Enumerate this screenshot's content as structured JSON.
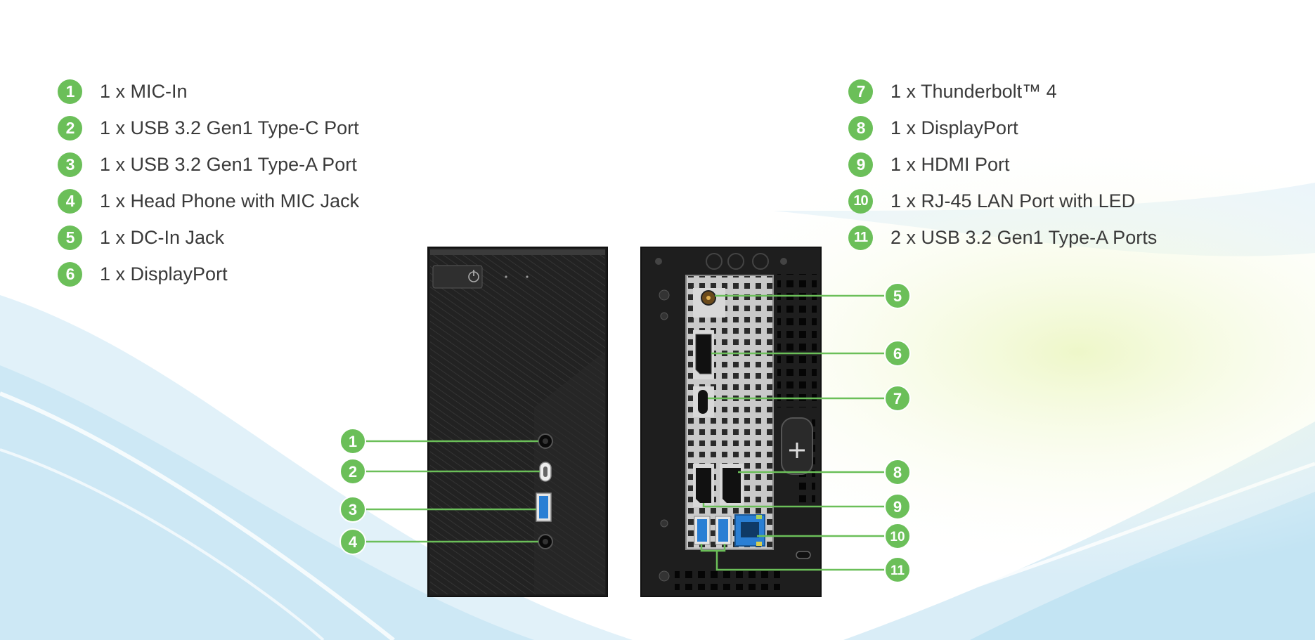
{
  "left_specs": [
    {
      "num": "1",
      "text": "1 x MIC-In"
    },
    {
      "num": "2",
      "text": "1 x USB 3.2 Gen1 Type-C Port"
    },
    {
      "num": "3",
      "text": "1 x USB 3.2 Gen1 Type-A Port"
    },
    {
      "num": "4",
      "text": "1 x Head Phone with MIC Jack"
    },
    {
      "num": "5",
      "text": "1 x DC-In Jack"
    },
    {
      "num": "6",
      "text": "1 x DisplayPort"
    }
  ],
  "right_specs": [
    {
      "num": "7",
      "text": "1 x Thunderbolt™ 4"
    },
    {
      "num": "8",
      "text": "1 x DisplayPort"
    },
    {
      "num": "9",
      "text": "1 x HDMI Port"
    },
    {
      "num": "10",
      "text": "1 x RJ-45 LAN Port with LED"
    },
    {
      "num": "11",
      "text": "2 x USB 3.2 Gen1 Type-A Ports"
    }
  ],
  "callouts": {
    "c1": "1",
    "c2": "2",
    "c3": "3",
    "c4": "4",
    "c5": "5",
    "c6": "6",
    "c7": "7",
    "c8": "8",
    "c9": "9",
    "c10": "10",
    "c11": "11"
  },
  "colors": {
    "accent_green": "#6bbf59",
    "chassis_dark": "#1e1e1e",
    "io_shield": "#c9c9c9",
    "usb_blue": "#2a7fd4",
    "text": "#3a3a3a"
  },
  "icons": {
    "front_panel": "power-icon",
    "rear_panel": "kensington-lock-icon"
  }
}
